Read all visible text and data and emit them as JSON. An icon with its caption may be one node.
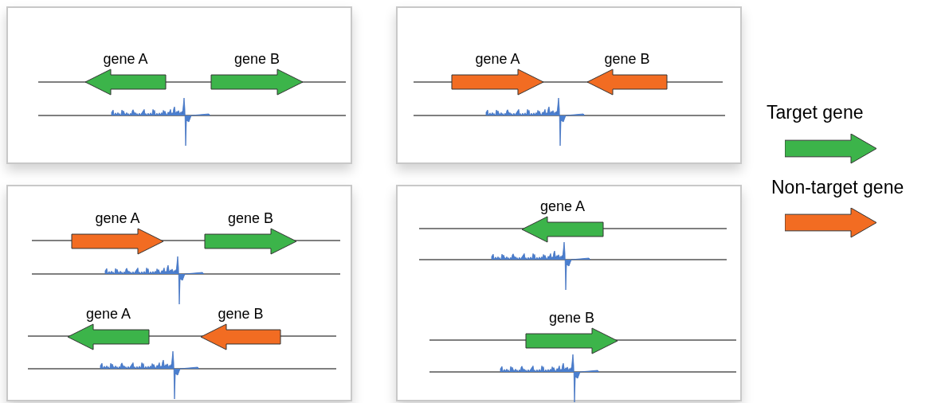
{
  "diagram": {
    "nodes": [
      {
        "text": [],
        "shape": "box"
      },
      {
        "text": [
          "gene A"
        ],
        "in": 0
      },
      {
        "text": [
          "gene B"
        ],
        "in": 0
      },
      {
        "text": [],
        "shape": "box"
      },
      {
        "text": [
          "gene A"
        ],
        "in": 3
      },
      {
        "text": [
          "gene B"
        ],
        "in": 3
      },
      {
        "text": [],
        "shape": "box"
      },
      {
        "text": [
          "gene A"
        ],
        "in": 6
      },
      {
        "text": [
          "gene B"
        ],
        "in": 6
      },
      {
        "text": [
          "gene A"
        ],
        "in": 6
      },
      {
        "text": [
          "gene B"
        ],
        "in": 6
      },
      {
        "text": [],
        "shape": "box"
      },
      {
        "text": [
          "gene A"
        ],
        "in": 11
      },
      {
        "text": [
          "gene B"
        ],
        "in": 11
      }
    ],
    "edges": [],
    "legend": [
      {
        "text": "Target gene",
        "color": "#3cb44a"
      },
      {
        "text": "Non-target gene",
        "color": "#f26c22"
      }
    ]
  }
}
